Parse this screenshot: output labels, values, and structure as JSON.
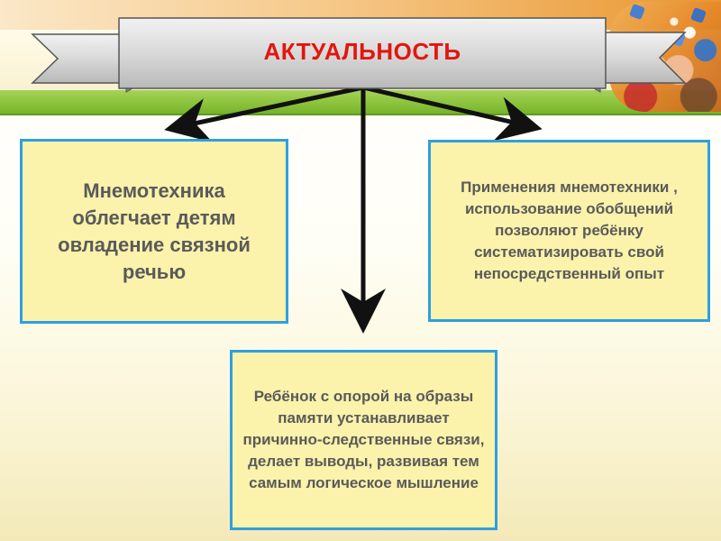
{
  "banner": {
    "title": "АКТУАЛЬНОСТЬ"
  },
  "boxes": {
    "left": "Мнемотехника облегчает детям овладение связной речью",
    "right": "Применения мнемотехники , использование обобщений позволяют ребёнку систематизировать свой непосредственный опыт",
    "bottom": "Ребёнок с опорой на образы памяти устанавливает причинно-следственные связи, делает выводы, развивая тем самым логическое мышление"
  },
  "colors": {
    "title": "#e2160f",
    "box_fill": "#fbf2ab",
    "box_border": "#2f9fe0",
    "box_text": "#5a5a5a",
    "green_band": "#8cc43c",
    "banner_fill": "#d8d8d8"
  }
}
